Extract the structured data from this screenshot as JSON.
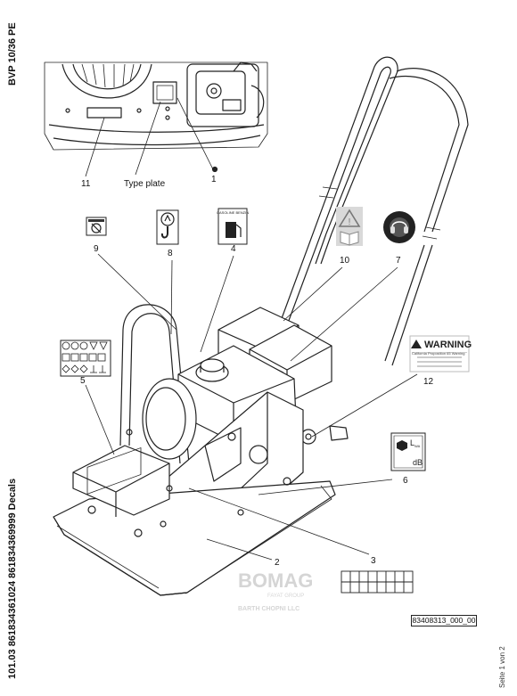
{
  "side_labels": {
    "model": "BVP 10/36 PE",
    "document": "101.03 861834361024 861834369999 Decals",
    "page": "Seite 1 von 2"
  },
  "callouts": {
    "n1": "1",
    "n2": "2",
    "n3": "3",
    "n4": "4",
    "n5": "5",
    "n6": "6",
    "n7": "7",
    "n8": "8",
    "n9": "9",
    "n10": "10",
    "n11": "11",
    "n12": "12",
    "type_plate": "Type plate"
  },
  "decals": {
    "gasoline": "GASOLINE BENZIN",
    "warning_title": "WARNING",
    "warning_sub": "California Proposition 65 Warning",
    "sound": "L",
    "sound_sub": "WA",
    "sound_unit": "dB"
  },
  "watermark": {
    "brand": "BOMAG",
    "sub1": "FAYAT GROUP",
    "sub2": "BARTH CHOPNI LLC"
  },
  "part_number": "83408313_000_00"
}
